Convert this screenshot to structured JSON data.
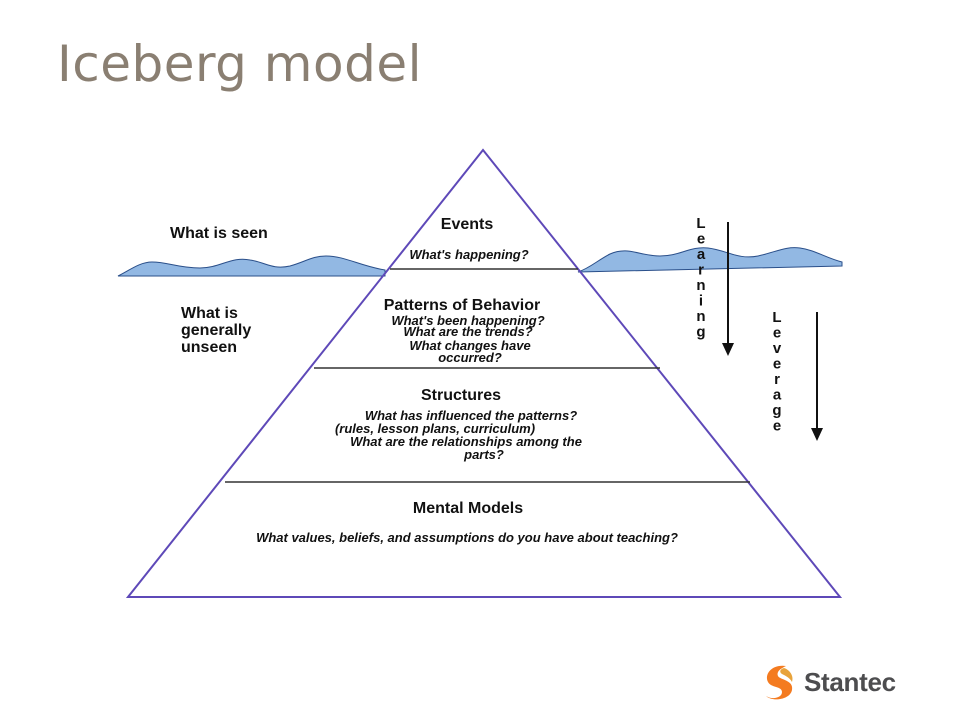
{
  "slide": {
    "title": "Iceberg model"
  },
  "diagram": {
    "seen_label": "What is seen",
    "unseen_label": [
      "What is",
      "generally",
      "unseen"
    ],
    "layers": [
      {
        "title": "Events",
        "questions": [
          "What's happening?"
        ]
      },
      {
        "title": "Patterns of Behavior",
        "questions": [
          "What's been happening?",
          "What are the trends?",
          "What changes have",
          "occurred?"
        ]
      },
      {
        "title": "Structures",
        "questions": [
          "What has influenced the patterns?",
          "(rules, lesson plans, curriculum)",
          "What are the relationships among the",
          "parts?"
        ]
      },
      {
        "title": "Mental Models",
        "questions": [
          "What values, beliefs, and assumptions do you have about teaching?"
        ]
      }
    ],
    "learning_label": "Learning",
    "leverage_label": "Leverage",
    "colors": {
      "water": "#92b8e3",
      "pyramid": "#5e49b8",
      "divider": "#333333"
    }
  },
  "brand": {
    "name": "Stantec",
    "icon": "stantec-logo-icon",
    "colors": [
      "#f47b20",
      "#e8a33b"
    ]
  }
}
